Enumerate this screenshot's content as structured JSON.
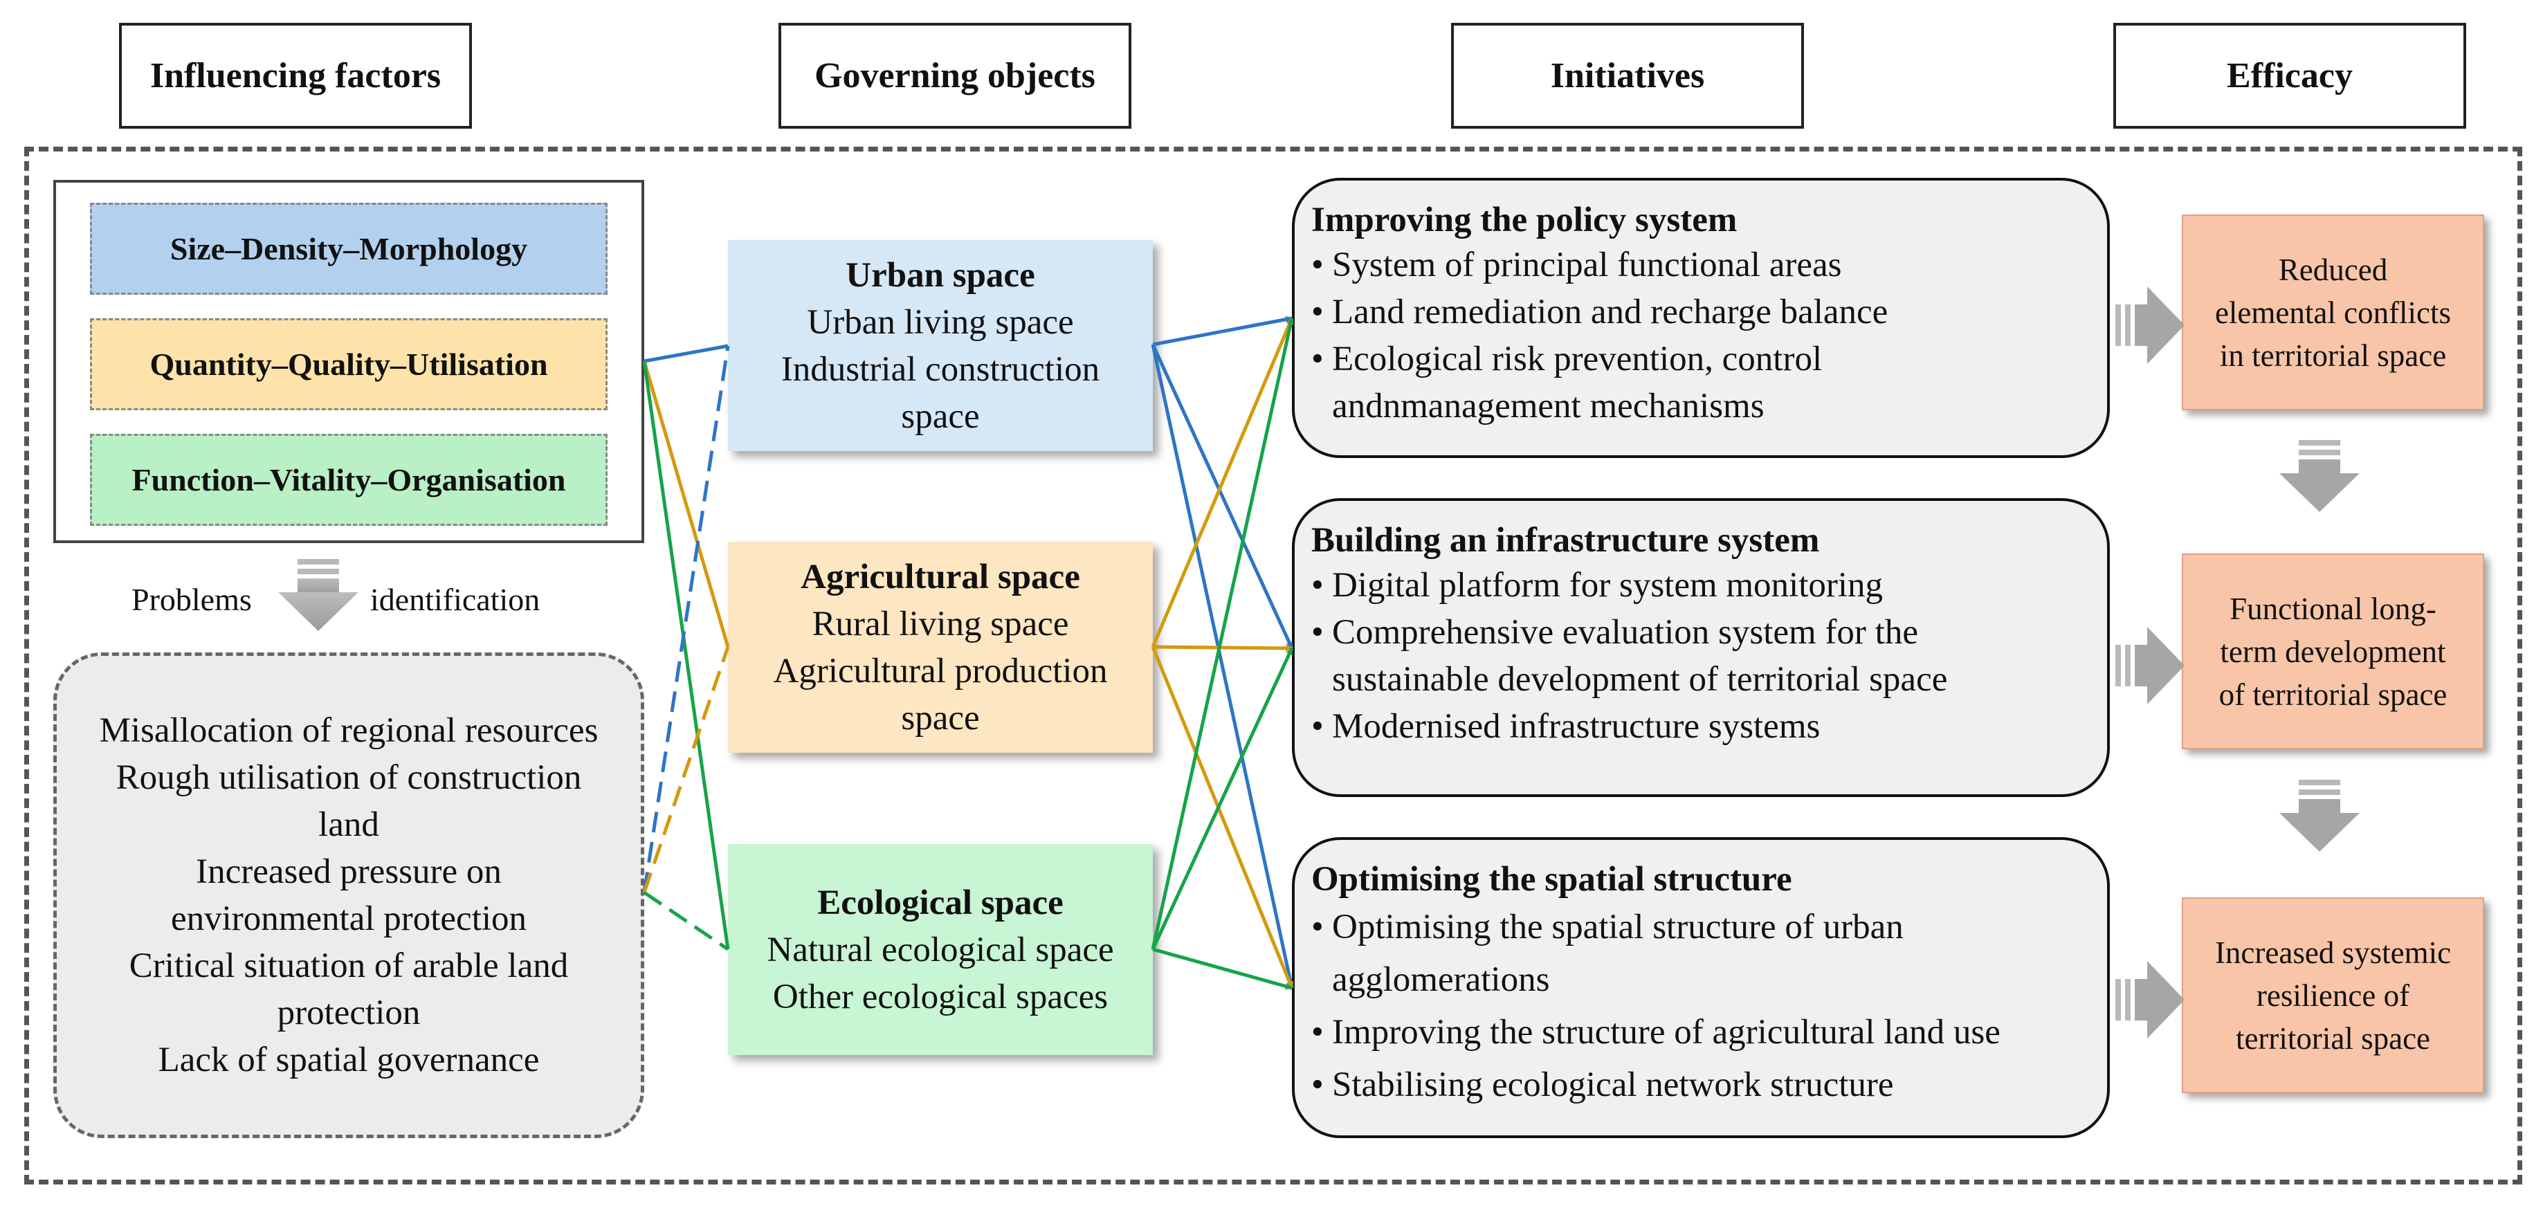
{
  "headers": {
    "influencing": "Influencing factors",
    "governing": "Governing objects",
    "initiatives": "Initiatives",
    "efficacy": "Efficacy"
  },
  "factors": [
    {
      "label": "Size–Density–Morphology",
      "color": "#b3d1ee"
    },
    {
      "label": "Quantity–Quality–Utilisation",
      "color": "#fde3a9"
    },
    {
      "label": "Function–Vitality–Organisation",
      "color": "#b9f0c6"
    }
  ],
  "problems_identification": {
    "left": "Problems",
    "right": "identification"
  },
  "problems": [
    "Misallocation of regional resources",
    "Rough utilisation of construction",
    "land",
    "Increased pressure on",
    "environmental protection",
    "Critical situation of arable land",
    "protection",
    "Lack of spatial governance"
  ],
  "spaces": [
    {
      "title": "Urban space",
      "lines": [
        "Urban living space",
        "Industrial construction",
        "space"
      ],
      "color": "#d6e7f5"
    },
    {
      "title": "Agricultural space",
      "lines": [
        "Rural living space",
        "Agricultural production",
        "space"
      ],
      "color": "#fde6c2"
    },
    {
      "title": "Ecological space",
      "lines": [
        "Natural ecological space",
        "Other ecological spaces"
      ],
      "color": "#c8f5d4"
    }
  ],
  "initiatives": [
    {
      "title": "Improving the policy system",
      "items": [
        [
          "System of principal functional areas"
        ],
        [
          "Land remediation and recharge balance"
        ],
        [
          "Ecological risk prevention, control",
          "andnmanagement mechanisms"
        ]
      ]
    },
    {
      "title": "Building an infrastructure system",
      "items": [
        [
          "Digital platform for system monitoring"
        ],
        [
          "Comprehensive evaluation system for the",
          "sustainable development of territorial space"
        ],
        [
          "Modernised infrastructure systems"
        ]
      ]
    },
    {
      "title": "Optimising the spatial structure",
      "items": [
        [
          "Optimising the spatial structure of urban",
          "agglomerations"
        ],
        [
          "Improving the structure of agricultural land use"
        ],
        [
          "Stabilising ecological network structure"
        ]
      ]
    }
  ],
  "efficacy": [
    [
      "Reduced",
      "elemental conflicts",
      "in territorial space"
    ],
    [
      "Functional long-",
      "term development",
      "of territorial space"
    ],
    [
      "Increased systemic",
      "resilience of",
      "territorial space"
    ]
  ],
  "colors": {
    "urban_line": "#2e75c4",
    "agri_line": "#d39a0e",
    "eco_line": "#17a34a",
    "arrow_gray": "#a6a6a6"
  },
  "icons": {
    "bullet": "•",
    "flow_arrow": "gray-striped-arrow-icon"
  }
}
